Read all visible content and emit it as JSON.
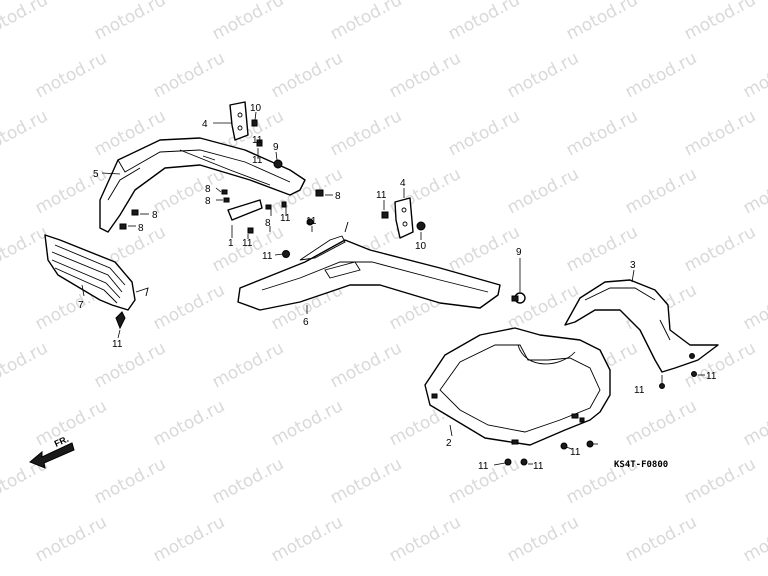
{
  "watermark": {
    "text": "motod.ru"
  },
  "diagram_code": "KS4T-F0800",
  "front_indicator": "FR.",
  "callouts": {
    "p4a": "4",
    "p10a": "10",
    "p11a": "11",
    "p9a": "9",
    "p11b": "11",
    "p5": "5",
    "p8a": "8",
    "p8b": "8",
    "p8c": "8",
    "p8d": "8",
    "p8e": "8",
    "p8f": "8",
    "p11c": "11",
    "p4b": "4",
    "p10b": "10",
    "p11d": "11",
    "p1": "1",
    "p11e": "11",
    "p11f": "11",
    "p11g": "11",
    "p7": "7",
    "p11h": "11",
    "p9b": "9",
    "p6": "6",
    "p3": "3",
    "p11i": "11",
    "p11j": "11",
    "p2": "2",
    "p11k": "11",
    "p11l": "11",
    "p11m": "11"
  }
}
